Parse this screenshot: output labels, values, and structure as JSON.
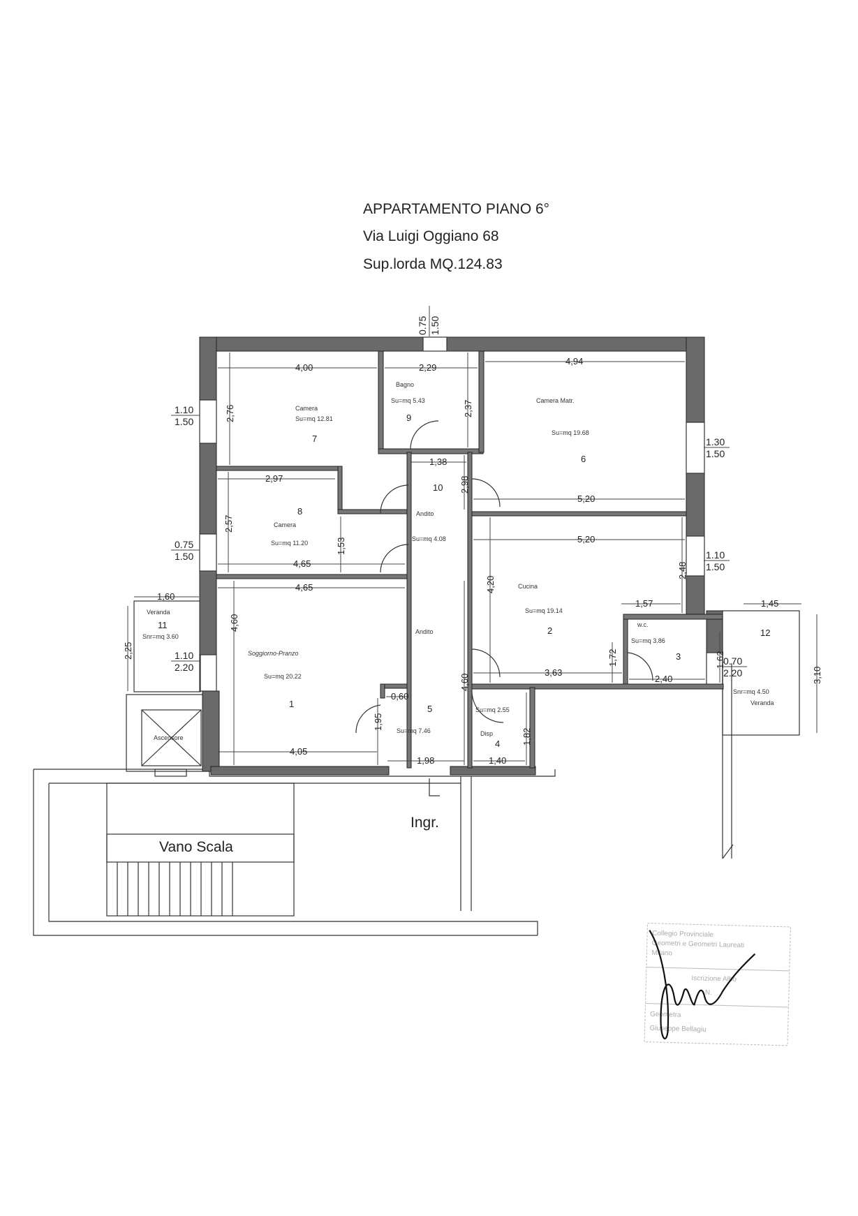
{
  "header": {
    "title": "APPARTAMENTO PIANO 6°",
    "address": "Via Luigi Oggiano 68",
    "gross_area": "Sup.lorda MQ.124.83"
  },
  "rooms": [
    {
      "number": "1",
      "name": "Soggiorno-Pranzo",
      "area": "Su=mq 20.22"
    },
    {
      "number": "2",
      "name": "Cucina",
      "area": "Su=mq 19.14"
    },
    {
      "number": "3",
      "name": "w.c.",
      "area": "Su=mq 3.86"
    },
    {
      "number": "4",
      "name": "Disp",
      "area": "Su=mq 2.55"
    },
    {
      "number": "5",
      "name": "Andito",
      "area": "Su=mq 7.46"
    },
    {
      "number": "6",
      "name": "Camera Matr.",
      "area": "Su=mq 19.68"
    },
    {
      "number": "7",
      "name": "Camera",
      "area": "Su=mq 12.81"
    },
    {
      "number": "8",
      "name": "Camera",
      "area": "Su=mq 11.20"
    },
    {
      "number": "9",
      "name": "Bagno",
      "area": "Su=mq 5.43"
    },
    {
      "number": "10",
      "name": "Andito",
      "area": "Su=mq 4.08"
    },
    {
      "number": "11",
      "name": "Veranda",
      "area": "Snr=mq 3.60"
    },
    {
      "number": "12",
      "name": "Veranda",
      "area": "Snr=mq 4.50"
    }
  ],
  "dimensions": [
    "4,00",
    "2,29",
    "4,94",
    "2,76",
    "2,37",
    "1,38",
    "2,98",
    "5,20",
    "2,97",
    "2,57",
    "1,53",
    "4,65",
    "5,20",
    "4,20",
    "2,48",
    "4,65",
    "4,60",
    "1,60",
    "2,25",
    "1,57",
    "1,45",
    "3,10",
    "3,63",
    "1,72",
    "2,40",
    "1,62",
    "0,60",
    "1,95",
    "4,60",
    "1,82",
    "4,05",
    "1,98",
    "1,40"
  ],
  "windows": [
    {
      "width": "0.75",
      "height": "1.50"
    },
    {
      "width": "1.10",
      "height": "1.50"
    },
    {
      "width": "0.75",
      "height": "1.50"
    },
    {
      "width": "1.30",
      "height": "1.50"
    },
    {
      "width": "1.10",
      "height": "1.50"
    },
    {
      "width": "1.10",
      "height": "2.20"
    },
    {
      "width": "0.70",
      "height": "2.20"
    }
  ],
  "labels": {
    "elevator": "Ascensore",
    "stairwell": "Vano Scala",
    "entrance": "Ingr."
  },
  "stamp_text": [
    "Collegio Provinciale",
    "Geometri e Geometri Laureati",
    "Milano",
    "Iscrizione Albo",
    "N.",
    "Geometra",
    "Giuseppe Bellagiu"
  ]
}
